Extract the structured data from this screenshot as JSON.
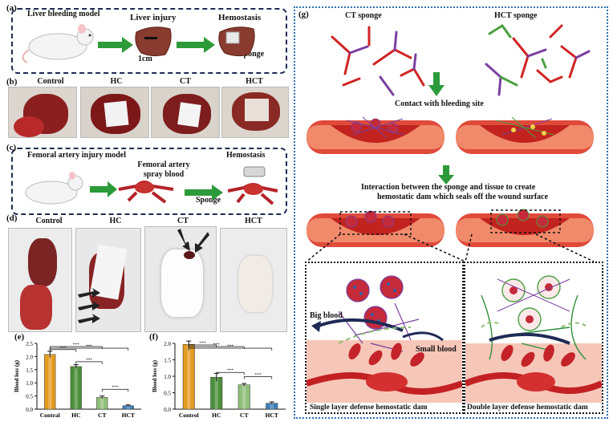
{
  "panels": {
    "a": {
      "label": "(a)",
      "title": "Liver bleeding model",
      "step1": "Liver injury",
      "step2": "Hemostasis",
      "measure": "1cm",
      "sponge": "Sponge"
    },
    "b": {
      "label": "(b)",
      "photos": [
        "Control",
        "HC",
        "CT",
        "HCT"
      ]
    },
    "c": {
      "label": "(c)",
      "title": "Femoral artery injury model",
      "step1": "Femoral artery spray blood",
      "step2": "Hemostasis",
      "sponge": "Sponge"
    },
    "d": {
      "label": "(d)",
      "photos": [
        "Control",
        "HC",
        "CT",
        "HCT"
      ]
    },
    "e": {
      "label": "(e)"
    },
    "f": {
      "label": "(f)"
    },
    "g": {
      "label": "(g)",
      "ct_sponge": "CT sponge",
      "hct_sponge": "HCT sponge",
      "contact": "Contact with bleeding site",
      "interaction_line1": "Interaction between the  sponge and tissue to create",
      "interaction_line2": "hemostatic dam which seals off the wound surface",
      "big_blood": "Big blood",
      "small_blood": "Small blood",
      "single_dam": "Single layer defense hemostatic dam",
      "double_dam": "Double layer defense hemostatic dam"
    }
  },
  "chart_data": [
    {
      "type": "bar",
      "panel": "e",
      "categories": [
        "Contral",
        "HC",
        "CT",
        "HCT"
      ],
      "values": [
        2.08,
        1.62,
        0.45,
        0.13
      ],
      "errors": [
        0.12,
        0.07,
        0.05,
        0.03
      ],
      "ylabel": "Blood loss (g)",
      "ylim": [
        0,
        2.5
      ],
      "yticks": [
        "0.0",
        "0.5",
        "1.0",
        "1.5",
        "2.0",
        "2.5"
      ],
      "significance": [
        "***",
        "***",
        "***",
        "***",
        "***"
      ],
      "bar_colors": [
        "#e39b1f",
        "#4a8f3a",
        "#8fc07a",
        "#3f7fb8"
      ]
    },
    {
      "type": "bar",
      "panel": "f",
      "categories": [
        "Control",
        "HC",
        "CT",
        "HCT"
      ],
      "values": [
        1.97,
        0.97,
        0.74,
        0.18
      ],
      "errors": [
        0.1,
        0.12,
        0.04,
        0.04
      ],
      "ylabel": "Blood loss (g)",
      "ylim": [
        0,
        2.0
      ],
      "yticks": [
        "0.0",
        "0.5",
        "1.0",
        "1.5",
        "2.0"
      ],
      "significance": [
        "***",
        "***",
        "***",
        "***",
        "***"
      ],
      "bar_colors": [
        "#e39b1f",
        "#4a8f3a",
        "#8fc07a",
        "#3f7fb8"
      ]
    }
  ]
}
